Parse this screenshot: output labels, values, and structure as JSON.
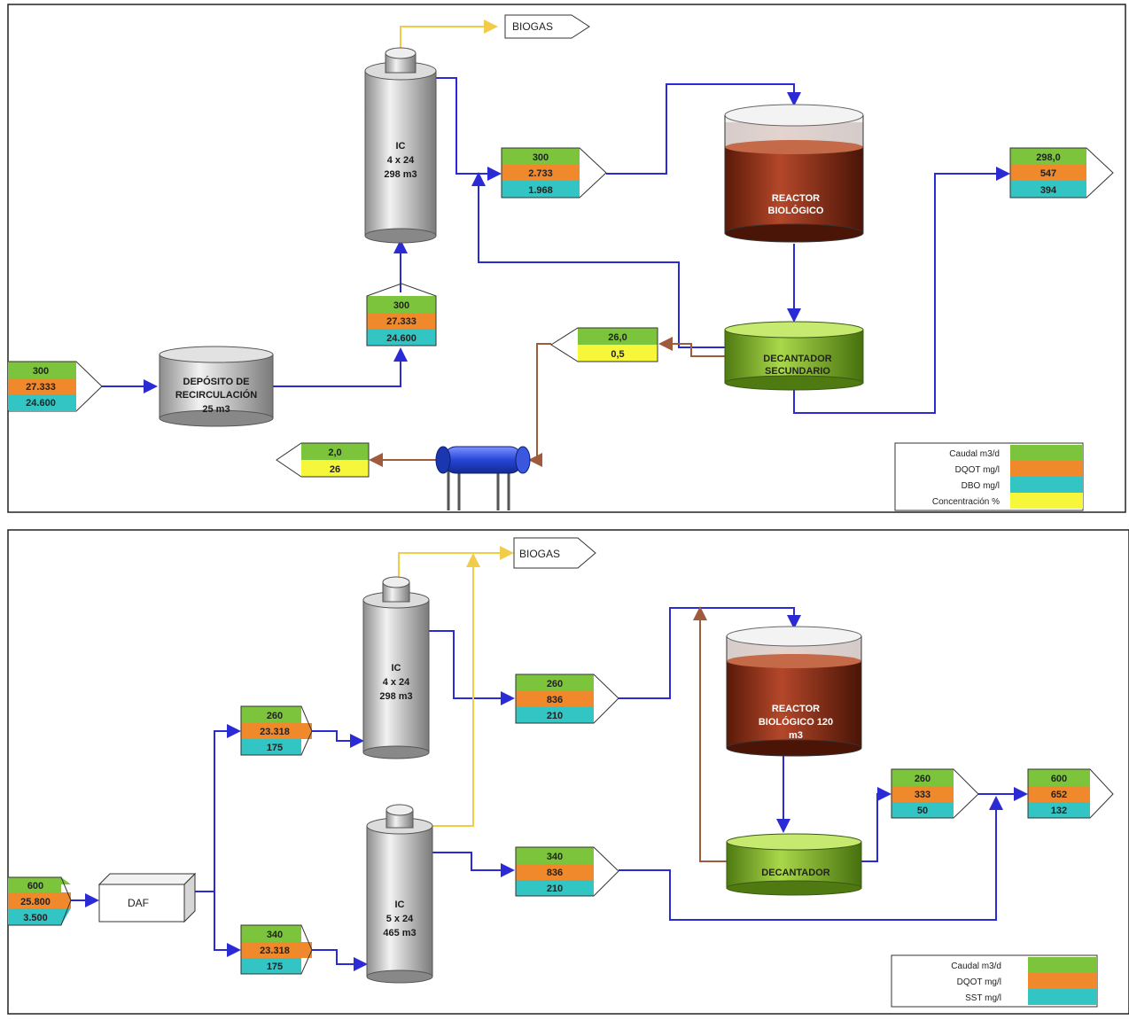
{
  "colors": {
    "caudal": "#7cc43c",
    "dqot": "#f0892c",
    "dbo": "#33c4c4",
    "conc": "#f6f63a",
    "flow": "#2b2bd6",
    "biogas": "#f0cc48",
    "sludge": "#a05a3c"
  },
  "top": {
    "biogas": "BIOGAS",
    "ic": {
      "l1": "IC",
      "l2": "4 x 24",
      "l3": "298 m3"
    },
    "reactor": {
      "l1": "REACTOR",
      "l2": "BIOLÓGICO"
    },
    "decantador": {
      "l1": "DECANTADOR",
      "l2": "SECUNDARIO"
    },
    "deposito": {
      "l1": "DEPÓSITO DE",
      "l2": "RECIRCULACIÓN",
      "l3": "25 m3"
    },
    "streams": {
      "input": [
        "300",
        "27.333",
        "24.600"
      ],
      "to_ic": [
        "300",
        "27.333",
        "24.600"
      ],
      "ic_out": [
        "300",
        "2.733",
        "1.968"
      ],
      "effluent": [
        "298,0",
        "547",
        "394"
      ],
      "sludge_recycle": [
        "26,0",
        "0,5"
      ],
      "sludge_out": [
        "2,0",
        "26"
      ]
    },
    "legend": [
      "Caudal m3/d",
      "DQOT mg/l",
      "DBO mg/l",
      "Concentración %"
    ]
  },
  "bottom": {
    "biogas": "BIOGAS",
    "ic1": {
      "l1": "IC",
      "l2": "4 x 24",
      "l3": "298 m3"
    },
    "ic2": {
      "l1": "IC",
      "l2": "5 x 24",
      "l3": "465 m3"
    },
    "reactor": {
      "l1": "REACTOR",
      "l2": "BIOLÓGICO 120",
      "l3": "m3"
    },
    "decantador": "DECANTADOR",
    "daf": "DAF",
    "streams": {
      "input": [
        "600",
        "25.800",
        "3.500"
      ],
      "to_ic1": [
        "260",
        "23.318",
        "175"
      ],
      "to_ic2": [
        "340",
        "23.318",
        "175"
      ],
      "ic1_out": [
        "260",
        "836",
        "210"
      ],
      "ic2_out": [
        "340",
        "836",
        "210"
      ],
      "dec_out": [
        "260",
        "333",
        "50"
      ],
      "final": [
        "600",
        "652",
        "132"
      ]
    },
    "legend": [
      "Caudal m3/d",
      "DQOT mg/l",
      "SST mg/l"
    ]
  }
}
